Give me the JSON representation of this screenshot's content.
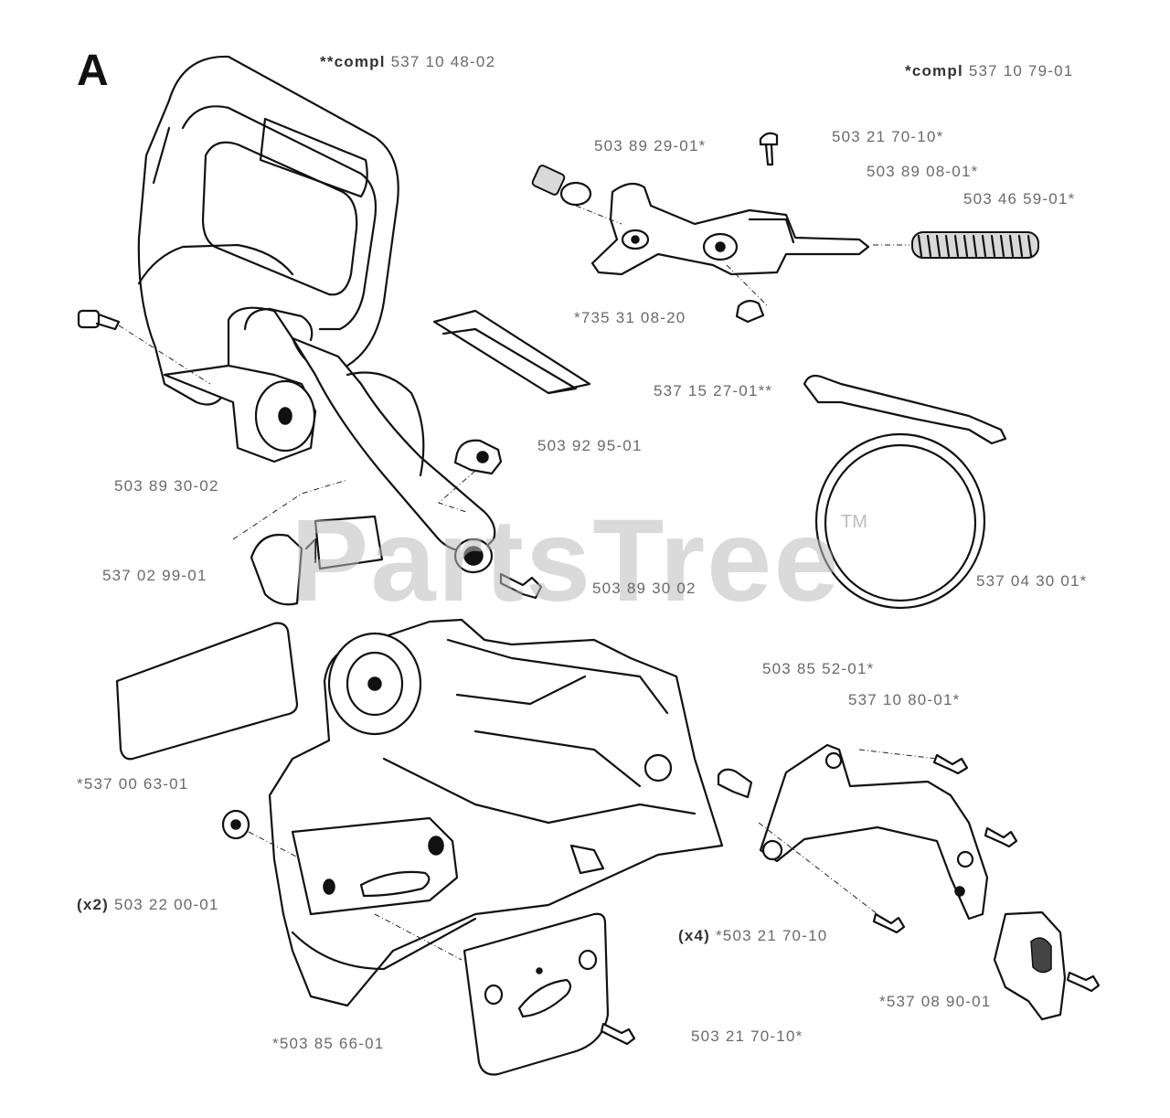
{
  "section_letter": "A",
  "watermark": {
    "text": "PartsTree",
    "trademark": "TM"
  },
  "labels": {
    "compl_front_prefix": "**compl",
    "compl_front_number": " 537 10 48-02",
    "compl_rear_prefix": "*compl",
    "compl_rear_number": " 537 10 79-01",
    "p_503_89_29": "503 89 29-01*",
    "p_503_21_70_top": "503 21 70-10*",
    "p_503_89_08": "503 89 08-01*",
    "p_503_46_59": "503 46 59-01*",
    "p_735_31_08": "*735 31 08-20",
    "p_537_15_27": "537 15 27-01**",
    "p_503_92_95": "503 92 95-01",
    "p_503_89_30_a": "503 89 30-02",
    "p_537_02_99": "537 02 99-01",
    "p_503_89_30_b": "503 89 30 02",
    "p_537_04_30": "537 04 30 01*",
    "p_503_85_52": "503 85 52-01*",
    "p_537_10_80": "537 10 80-01*",
    "p_537_00_63": "*537 00 63-01",
    "p_503_22_00_qty": "(x2)",
    "p_503_22_00": " 503 22 00-01",
    "p_503_21_70_x4_qty": "(x4)",
    "p_503_21_70_x4": " *503 21 70-10",
    "p_537_08_90": "*537 08 90-01",
    "p_503_85_66": "*503 85 66-01",
    "p_503_21_70_bottom": "503 21 70-10*"
  }
}
